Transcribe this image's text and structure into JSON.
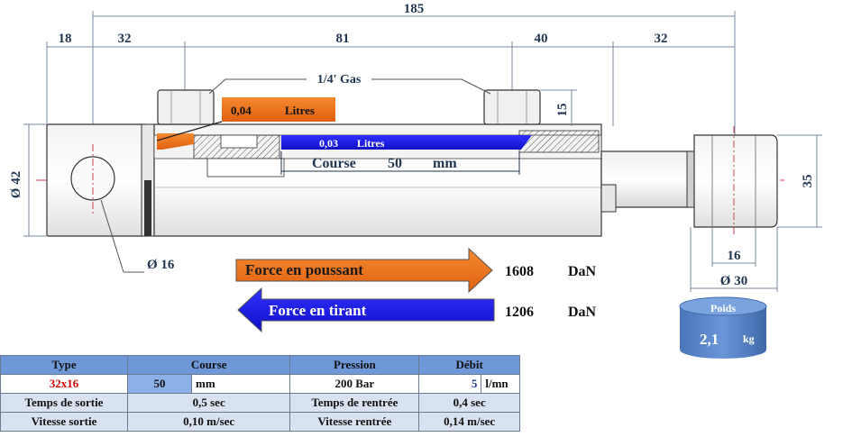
{
  "dimensions": {
    "top_total": "185",
    "seg_18": "18",
    "seg_32a": "32",
    "seg_81": "81",
    "seg_40": "40",
    "seg_32b": "32",
    "dia_42": "Ø 42",
    "dia_16": "Ø 16",
    "dim_15": "15",
    "dim_35": "35",
    "dim_16": "16",
    "dia_30": "Ø 30"
  },
  "labels": {
    "port": "1/4' Gas",
    "vol_push_value": "0,04",
    "vol_push_unit": "Litres",
    "vol_pull_value": "0,03",
    "vol_pull_unit": "Litres",
    "stroke_label": "Course",
    "stroke_value": "50",
    "stroke_unit": "mm"
  },
  "forces": {
    "push_label": "Force en poussant",
    "push_value": "1608",
    "push_unit": "DaN",
    "pull_label": "Force en tirant",
    "pull_value": "1206",
    "pull_unit": "DaN"
  },
  "weight": {
    "label": "Poids",
    "value": "2,1",
    "unit": "kg"
  },
  "table": {
    "headers": {
      "type": "Type",
      "course": "Course",
      "pression": "Pression",
      "debit": "Débit"
    },
    "type_value": "32x16",
    "course_value": "50",
    "course_unit": "mm",
    "pression_value": "200 Bar",
    "debit_value": "5",
    "debit_unit": "l/mn",
    "row3": {
      "sortie_label": "Temps de sortie",
      "sortie_value": "0,5 sec",
      "rentree_label": "Temps de rentrée",
      "rentree_value": "0,4 sec"
    },
    "row4": {
      "sortie_label": "Vitesse sortie",
      "sortie_value": "0,10 m/sec",
      "rentree_label": "Vitesse rentrée",
      "rentree_value": "0,14 m/sec"
    }
  },
  "colors": {
    "orange": "#f07418",
    "blue": "#1a1ae6",
    "dimension": "#1f3550",
    "centerline": "#d04050",
    "table_header": "#6f98d8",
    "table_row": "#d9e2f0",
    "weight_cylinder": "#5b86c8"
  }
}
